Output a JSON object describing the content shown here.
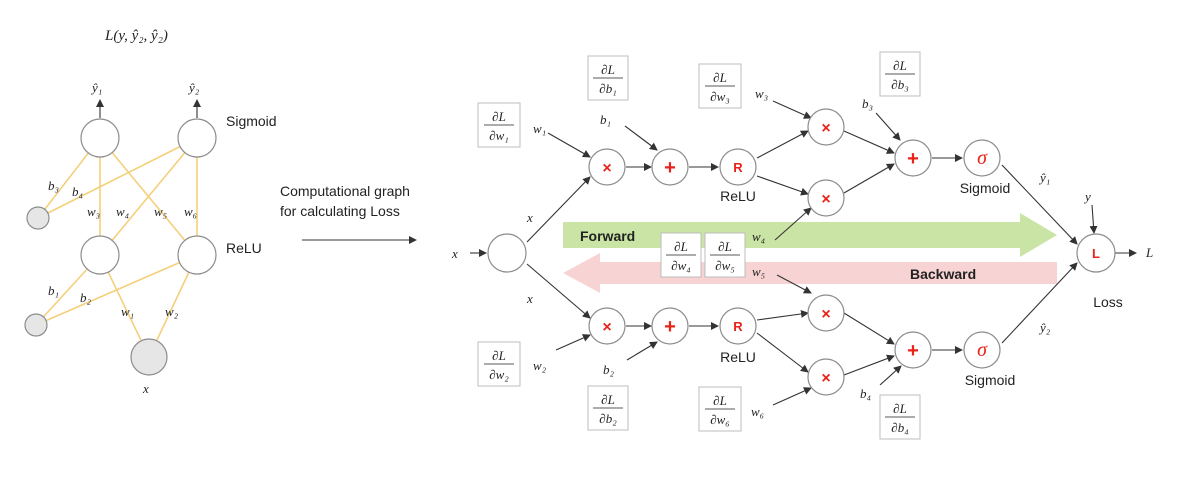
{
  "nn": {
    "loss_label": "L(y, ŷ₂, ŷ₂)",
    "y1_hat": "ŷ₁",
    "y2_hat": "ŷ₂",
    "sigmoid": "Sigmoid",
    "relu": "ReLU",
    "x": "x",
    "w1": "w₁",
    "w2": "w₂",
    "w3": "w₃",
    "w4": "w₄",
    "w5": "w₅",
    "w6": "w₆",
    "b1": "b₁",
    "b2": "b₂",
    "b3": "b₃",
    "b4": "b₄"
  },
  "arrow_caption": {
    "line1": "Computational graph",
    "line2": "for calculating Loss"
  },
  "graph": {
    "x_in": "x",
    "x_up": "x",
    "x_down": "x",
    "mul": "×",
    "add": "+",
    "relu_node": "R",
    "sigma": "σ",
    "loss_node": "L",
    "relu_top": "ReLU",
    "relu_bottom": "ReLU",
    "sigmoid_top": "Sigmoid",
    "sigmoid_bottom": "Sigmoid",
    "loss_word": "Loss",
    "y": "y",
    "L_out": "L",
    "y1_hat": "ŷ₁",
    "y2_hat": "ŷ₂",
    "w1": "w₁",
    "w2": "w₂",
    "w3": "w₃",
    "w4": "w₄",
    "w5": "w₅",
    "w6": "w₆",
    "b1": "b₁",
    "b2": "b₂",
    "b3": "b₃",
    "b4": "b₄",
    "forward": "Forward",
    "backward": "Backward",
    "dL": "∂L",
    "dw1": "∂w₁",
    "dw2": "∂w₂",
    "dw3": "∂w₃",
    "dw4": "∂w₄",
    "dw5": "∂w₅",
    "dw6": "∂w₆",
    "db1": "∂b₁",
    "db2": "∂b₂",
    "db3": "∂b₃",
    "db4": "∂b₄"
  },
  "colors": {
    "forward_band": "#c9e4a4",
    "backward_band": "#f8d3d3",
    "operator": "#e8231a",
    "nn_edge": "#f5cf7a"
  }
}
